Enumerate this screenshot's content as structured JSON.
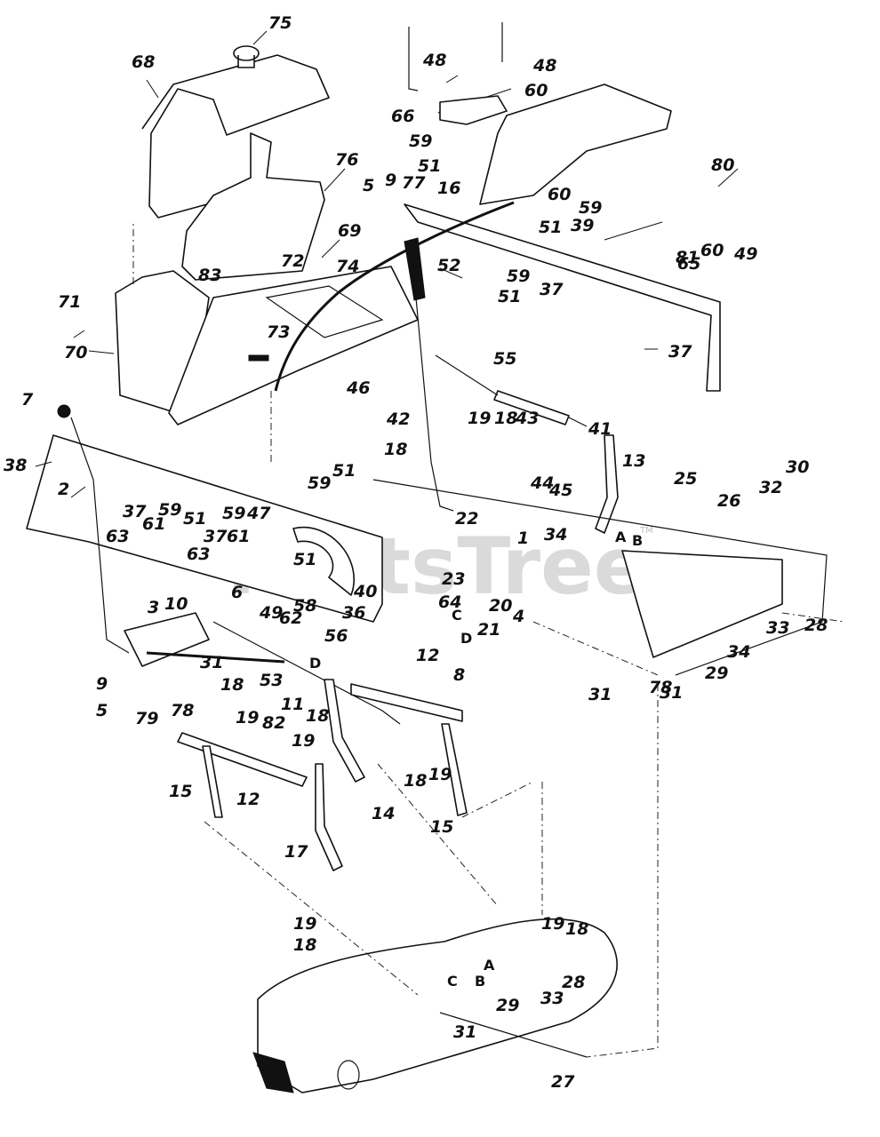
{
  "diagram": {
    "title": "Mower deck lift linkage / seat & fuel tank exploded parts diagram",
    "watermark": "PartsTree",
    "watermark_tm": "TM",
    "callouts": [
      {
        "id": "c75",
        "label": "75"
      },
      {
        "id": "c68",
        "label": "68"
      },
      {
        "id": "c76",
        "label": "76"
      },
      {
        "id": "c69",
        "label": "69"
      },
      {
        "id": "c72",
        "label": "72"
      },
      {
        "id": "c74",
        "label": "74"
      },
      {
        "id": "c83",
        "label": "83"
      },
      {
        "id": "c71",
        "label": "71"
      },
      {
        "id": "c70",
        "label": "70"
      },
      {
        "id": "c73",
        "label": "73"
      },
      {
        "id": "c46",
        "label": "46"
      },
      {
        "id": "c5a",
        "label": "5"
      },
      {
        "id": "c9a",
        "label": "9"
      },
      {
        "id": "c77",
        "label": "77"
      },
      {
        "id": "c16",
        "label": "16"
      },
      {
        "id": "c48a",
        "label": "48"
      },
      {
        "id": "c48b",
        "label": "48"
      },
      {
        "id": "c60a",
        "label": "60"
      },
      {
        "id": "c66",
        "label": "66"
      },
      {
        "id": "c59a",
        "label": "59"
      },
      {
        "id": "c51a",
        "label": "51"
      },
      {
        "id": "c60b",
        "label": "60"
      },
      {
        "id": "c59b",
        "label": "59"
      },
      {
        "id": "c51b",
        "label": "51"
      },
      {
        "id": "c39",
        "label": "39"
      },
      {
        "id": "c80",
        "label": "80"
      },
      {
        "id": "c81",
        "label": "81"
      },
      {
        "id": "c65",
        "label": "65"
      },
      {
        "id": "c60c",
        "label": "60"
      },
      {
        "id": "c49a",
        "label": "49"
      },
      {
        "id": "c52",
        "label": "52"
      },
      {
        "id": "c59c",
        "label": "59"
      },
      {
        "id": "c51c",
        "label": "51"
      },
      {
        "id": "c37a",
        "label": "37"
      },
      {
        "id": "c37b",
        "label": "37"
      },
      {
        "id": "c55",
        "label": "55"
      },
      {
        "id": "c42",
        "label": "42"
      },
      {
        "id": "c19a",
        "label": "19"
      },
      {
        "id": "c18a",
        "label": "18"
      },
      {
        "id": "c43",
        "label": "43"
      },
      {
        "id": "c41",
        "label": "41"
      },
      {
        "id": "c13",
        "label": "13"
      },
      {
        "id": "c18b",
        "label": "18"
      },
      {
        "id": "c44",
        "label": "44"
      },
      {
        "id": "c45",
        "label": "45"
      },
      {
        "id": "c22",
        "label": "22"
      },
      {
        "id": "c1",
        "label": "1"
      },
      {
        "id": "c34a",
        "label": "34"
      },
      {
        "id": "cA1",
        "label": "A"
      },
      {
        "id": "cB1",
        "label": "B"
      },
      {
        "id": "c25",
        "label": "25"
      },
      {
        "id": "c26",
        "label": "26"
      },
      {
        "id": "c32",
        "label": "32"
      },
      {
        "id": "c30",
        "label": "30"
      },
      {
        "id": "c23",
        "label": "23"
      },
      {
        "id": "c64",
        "label": "64"
      },
      {
        "id": "c20",
        "label": "20"
      },
      {
        "id": "c4",
        "label": "4"
      },
      {
        "id": "cC1",
        "label": "C"
      },
      {
        "id": "c21",
        "label": "21"
      },
      {
        "id": "cD1",
        "label": "D"
      },
      {
        "id": "c8",
        "label": "8"
      },
      {
        "id": "c31a",
        "label": "31"
      },
      {
        "id": "c78a",
        "label": "78"
      },
      {
        "id": "c31b",
        "label": "31"
      },
      {
        "id": "c29a",
        "label": "29"
      },
      {
        "id": "c34b",
        "label": "34"
      },
      {
        "id": "c33a",
        "label": "33"
      },
      {
        "id": "c28a",
        "label": "28"
      },
      {
        "id": "c7",
        "label": "7"
      },
      {
        "id": "c38",
        "label": "38"
      },
      {
        "id": "c2",
        "label": "2"
      },
      {
        "id": "c63a",
        "label": "63"
      },
      {
        "id": "c37c",
        "label": "37"
      },
      {
        "id": "c61a",
        "label": "61"
      },
      {
        "id": "c59d",
        "label": "59"
      },
      {
        "id": "c51d",
        "label": "51"
      },
      {
        "id": "c59e",
        "label": "59"
      },
      {
        "id": "c51e",
        "label": "51"
      },
      {
        "id": "c59f",
        "label": "59"
      },
      {
        "id": "c47",
        "label": "47"
      },
      {
        "id": "c63b",
        "label": "63"
      },
      {
        "id": "c37d",
        "label": "37"
      },
      {
        "id": "c61b",
        "label": "61"
      },
      {
        "id": "c51f",
        "label": "51"
      },
      {
        "id": "c40",
        "label": "40"
      },
      {
        "id": "c6",
        "label": "6"
      },
      {
        "id": "c49b",
        "label": "49"
      },
      {
        "id": "c62",
        "label": "62"
      },
      {
        "id": "c58",
        "label": "58"
      },
      {
        "id": "c36",
        "label": "36"
      },
      {
        "id": "c56",
        "label": "56"
      },
      {
        "id": "c3",
        "label": "3"
      },
      {
        "id": "c10",
        "label": "10"
      },
      {
        "id": "cD2",
        "label": "D"
      },
      {
        "id": "c31c",
        "label": "31"
      },
      {
        "id": "c53",
        "label": "53"
      },
      {
        "id": "c9b",
        "label": "9"
      },
      {
        "id": "c5b",
        "label": "5"
      },
      {
        "id": "c79",
        "label": "79"
      },
      {
        "id": "c78b",
        "label": "78"
      },
      {
        "id": "c18c",
        "label": "18"
      },
      {
        "id": "c19b",
        "label": "19"
      },
      {
        "id": "c82",
        "label": "82"
      },
      {
        "id": "c11",
        "label": "11"
      },
      {
        "id": "c12a",
        "label": "12"
      },
      {
        "id": "c12b",
        "label": "12"
      },
      {
        "id": "c15a",
        "label": "15"
      },
      {
        "id": "c18d",
        "label": "18"
      },
      {
        "id": "c19c",
        "label": "19"
      },
      {
        "id": "c17",
        "label": "17"
      },
      {
        "id": "c14",
        "label": "14"
      },
      {
        "id": "c18e",
        "label": "18"
      },
      {
        "id": "c19d",
        "label": "19"
      },
      {
        "id": "c15b",
        "label": "15"
      },
      {
        "id": "c19e",
        "label": "19"
      },
      {
        "id": "c18f",
        "label": "18"
      },
      {
        "id": "c19f",
        "label": "19"
      },
      {
        "id": "c18g",
        "label": "18"
      },
      {
        "id": "cA2",
        "label": "A"
      },
      {
        "id": "cB2",
        "label": "B"
      },
      {
        "id": "c28b",
        "label": "28"
      },
      {
        "id": "c33b",
        "label": "33"
      },
      {
        "id": "cC2",
        "label": "C"
      },
      {
        "id": "c29b",
        "label": "29"
      },
      {
        "id": "c31d",
        "label": "31"
      },
      {
        "id": "c27",
        "label": "27"
      }
    ]
  }
}
